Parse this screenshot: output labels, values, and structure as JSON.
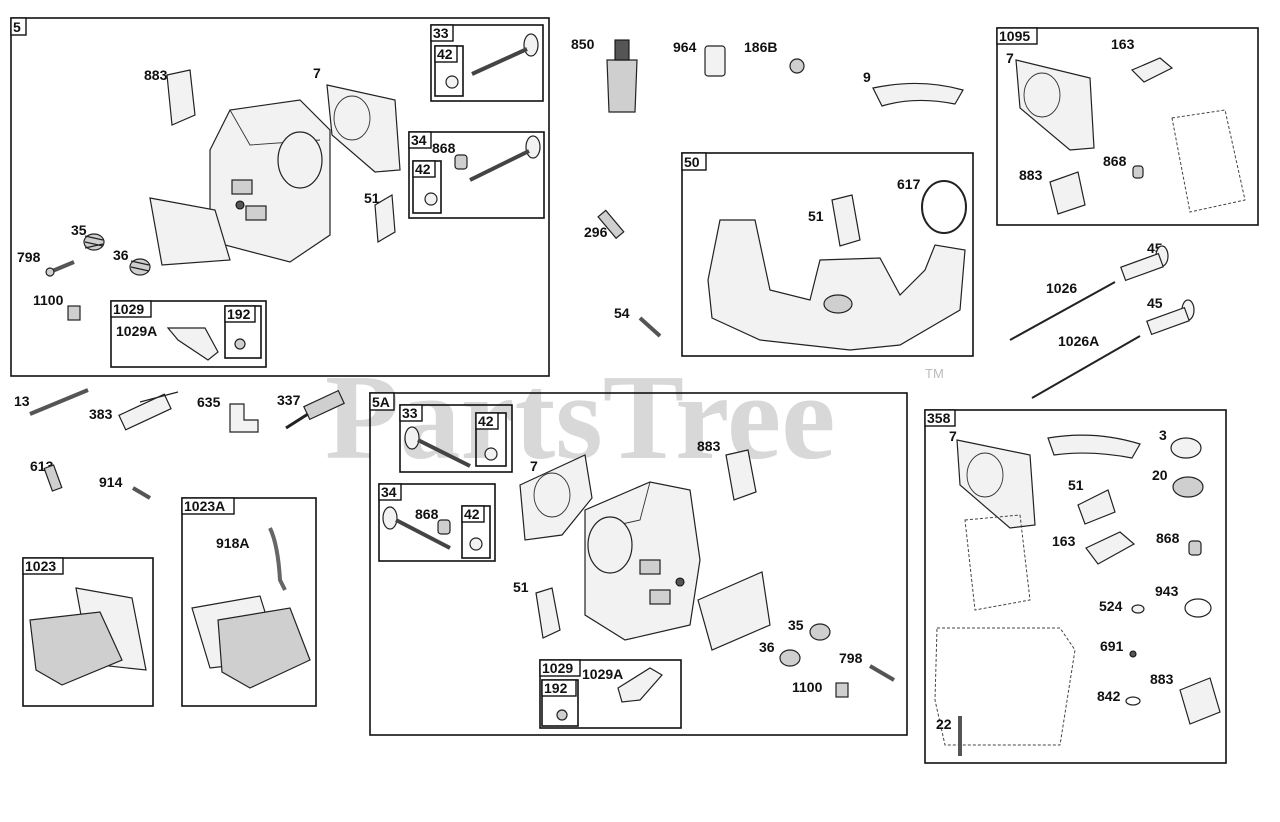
{
  "watermark": {
    "text": "PartsTree",
    "tm": "TM"
  },
  "boxes": {
    "b5": "5",
    "b33a": "33",
    "b42a": "42",
    "b34a": "34",
    "b42b": "42",
    "b1029a": "1029",
    "b192a": "192",
    "b50": "50",
    "b1095": "1095",
    "b5A": "5A",
    "b33b": "33",
    "b42c": "42",
    "b34b": "34",
    "b42d": "42",
    "b1029b": "1029",
    "b192b": "192",
    "b1023": "1023",
    "b1023A": "1023A",
    "b358": "358"
  },
  "labels": {
    "l883a": "883",
    "l7a": "7",
    "l868a": "868",
    "l51a": "51",
    "l35a": "35",
    "l798a": "798",
    "l36a": "36",
    "l1100a": "1100",
    "l1029Aa": "1029A",
    "l850": "850",
    "l964": "964",
    "l186B": "186B",
    "l9": "9",
    "l296": "296",
    "l54": "54",
    "l51b": "51",
    "l617": "617",
    "l7b": "7",
    "l163a": "163",
    "l883b": "883",
    "l868b": "868",
    "l45a": "45",
    "l1026": "1026",
    "l45b": "45",
    "l1026A": "1026A",
    "l13": "13",
    "l383": "383",
    "l635": "635",
    "l337": "337",
    "l613": "613",
    "l914": "914",
    "l918A": "918A",
    "l883c": "883",
    "l7c": "7",
    "l868c": "868",
    "l51c": "51",
    "l35b": "35",
    "l36b": "36",
    "l798b": "798",
    "l1100b": "1100",
    "l1029Ab": "1029A",
    "l7d": "7",
    "l3": "3",
    "l20": "20",
    "l51d": "51",
    "l163b": "163",
    "l868d": "868",
    "l524": "524",
    "l943": "943",
    "l691": "691",
    "l842": "842",
    "l883d": "883",
    "l22": "22"
  }
}
